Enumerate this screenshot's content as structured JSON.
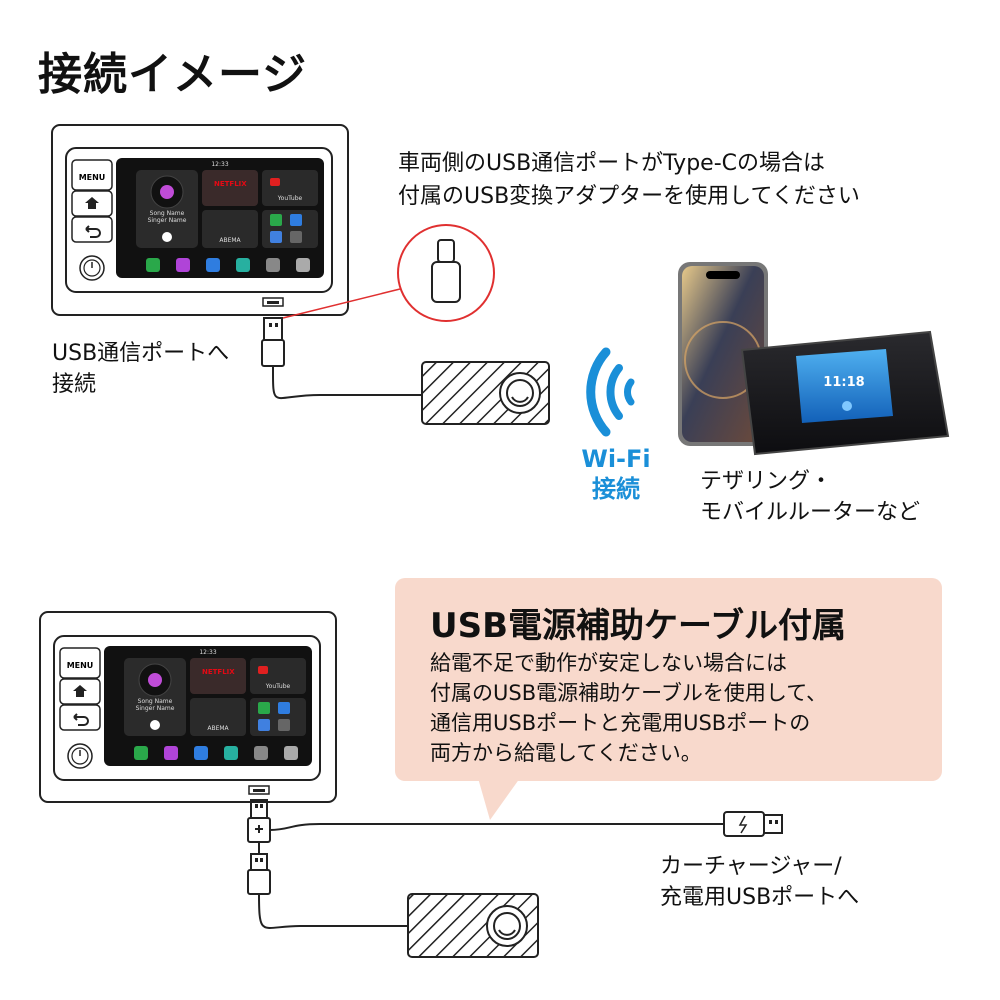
{
  "title": "接続イメージ",
  "top": {
    "adapter_note_line1": "車両側のUSB通信ポートがType-Cの場合は",
    "adapter_note_line2": "付属のUSB変換アダプターを使用してください",
    "usb_port_label_line1": "USB通信ポートへ",
    "usb_port_label_line2": "接続",
    "wifi_line1": "Wi-Fi",
    "wifi_line2": "接続",
    "device_label_line1": "テザリング・",
    "device_label_line2": "モバイルルーターなど",
    "router_time": "11:18"
  },
  "bottom": {
    "callout_title": "USB電源補助ケーブル付属",
    "callout_line1": "給電不足で動作が安定しない場合には",
    "callout_line2": "付属のUSB電源補助ケーブルを使用して、",
    "callout_line3": "通信用USBポートと充電用USBポートの",
    "callout_line4": "両方から給電してください。",
    "charger_label_line1": "カーチャージャー/",
    "charger_label_line2": "充電用USBポートへ"
  },
  "head_unit": {
    "menu_label": "MENU",
    "clock": "12:33",
    "song_name": "Song Name",
    "singer_name": "Singer Name",
    "app_netflix": "NETFLIX",
    "app_youtube": "YouTube",
    "app_abema": "ABEMA"
  },
  "colors": {
    "wifi_blue": "#1a8fd8",
    "callout_bg": "#f8d9cc",
    "callout_pointer": "#e03030"
  }
}
